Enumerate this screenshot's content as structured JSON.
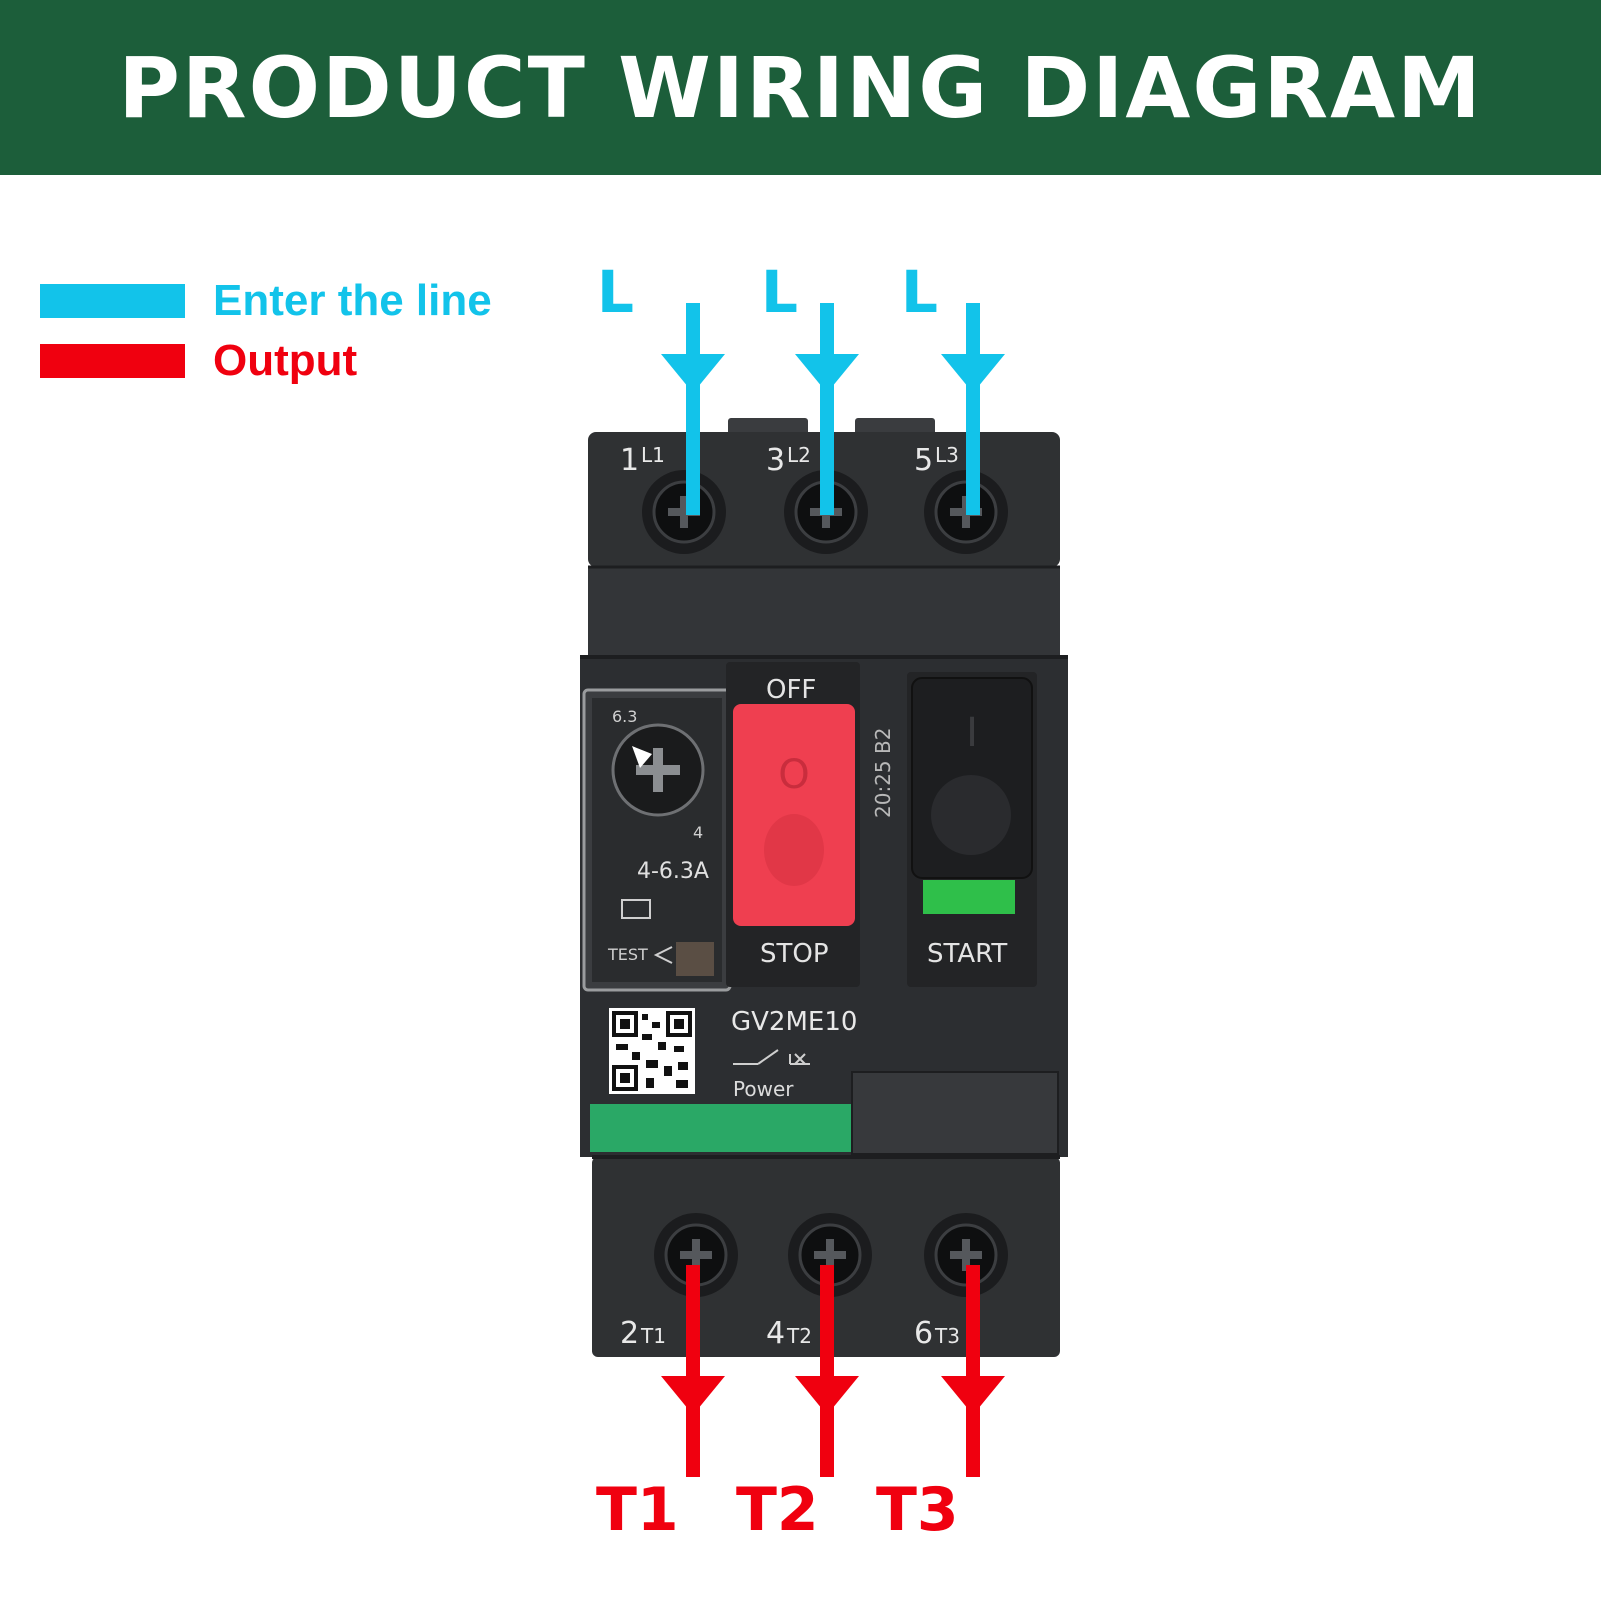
{
  "title": "PRODUCT WIRING DIAGRAM",
  "colors": {
    "banner": "#1c5e3a",
    "input_line": "#12c3ea",
    "output_line": "#f0000f",
    "body": "#2f3133",
    "stop_button": "#ef3f50",
    "start_indicator": "#2fbf4a",
    "green_strip": "#2aa866"
  },
  "legend": {
    "input_label": "Enter the line",
    "output_label": "Output"
  },
  "inputs": [
    {
      "label": "L",
      "terminal_number": "1",
      "terminal_sub": "L1"
    },
    {
      "label": "L",
      "terminal_number": "3",
      "terminal_sub": "L2"
    },
    {
      "label": "L",
      "terminal_number": "5",
      "terminal_sub": "L3"
    }
  ],
  "outputs": [
    {
      "label": "T1",
      "terminal_number": "2",
      "terminal_sub": "T1"
    },
    {
      "label": "T2",
      "terminal_number": "4",
      "terminal_sub": "T2"
    },
    {
      "label": "T3",
      "terminal_number": "6",
      "terminal_sub": "T3"
    }
  ],
  "device": {
    "off_label": "OFF",
    "stop_label": "STOP",
    "start_label": "START",
    "stop_symbol": "O",
    "start_symbol": "I",
    "rating_code": "20:25 B2",
    "dial_max": "6.3",
    "dial_min": "4",
    "current_range": "4-6.3A",
    "test_label": "TEST",
    "model": "GV2ME10",
    "power_label": "Power"
  }
}
